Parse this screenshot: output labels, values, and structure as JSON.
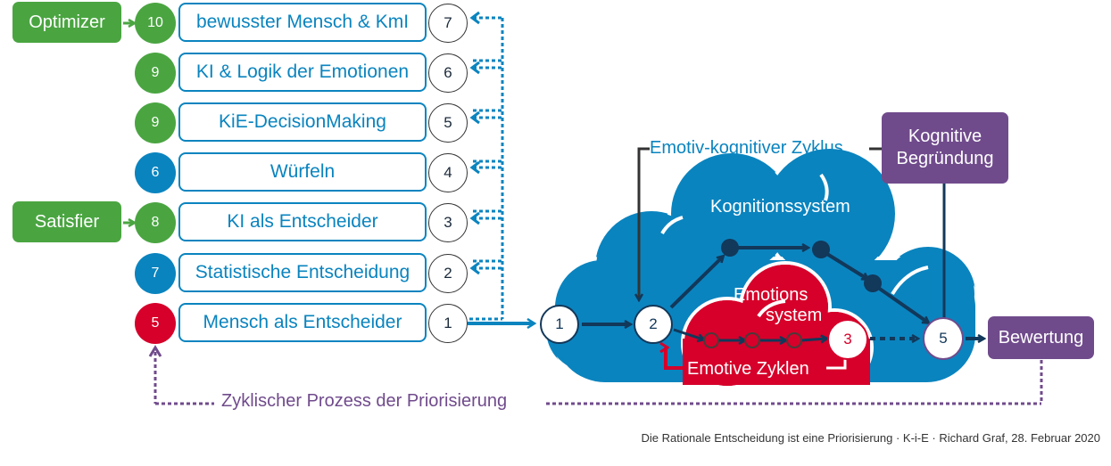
{
  "colors": {
    "green": "#4aa541",
    "blue": "#0a84bf",
    "red": "#d6002a",
    "purple": "#704b8c",
    "navy": "#12385a"
  },
  "categories": [
    {
      "label": "Optimizer",
      "target_score_index": 0
    },
    {
      "label": "Satisfier",
      "target_score_index": 4
    }
  ],
  "options": [
    {
      "score": "10",
      "score_color": "green",
      "label": "bewusster Mensch & KmI",
      "rank": "7"
    },
    {
      "score": "9",
      "score_color": "green",
      "label": "KI & Logik der Emotionen",
      "rank": "6"
    },
    {
      "score": "9",
      "score_color": "green",
      "label": "KiE-DecisionMaking",
      "rank": "5"
    },
    {
      "score": "6",
      "score_color": "blue",
      "label": "Würfeln",
      "rank": "4"
    },
    {
      "score": "8",
      "score_color": "green",
      "label": "KI als Entscheider",
      "rank": "3"
    },
    {
      "score": "7",
      "score_color": "blue",
      "label": "Statistische Entscheidung",
      "rank": "2"
    },
    {
      "score": "5",
      "score_color": "red",
      "label": "Mensch als Entscheider",
      "rank": "1"
    }
  ],
  "process": {
    "step1": "1",
    "step2": "2",
    "step3": "3",
    "step5": "5",
    "cycle_label": "Emotiv-kognitiver Zyklus",
    "cognition_label": "Kognitionssystem",
    "emotion_label_line1": "Emotions",
    "emotion_label_line2": "system",
    "emotive_cycles_label": "Emotive Zyklen",
    "reasoning_line1": "Kognitive",
    "reasoning_line2": "Begründung",
    "evaluation_label": "Bewertung"
  },
  "loop_label": "Zyklischer Prozess der Priorisierung",
  "footer": "Die Rationale Entscheidung ist eine Priorisierung · K-i-E · Richard Graf, 28. Februar 2020"
}
